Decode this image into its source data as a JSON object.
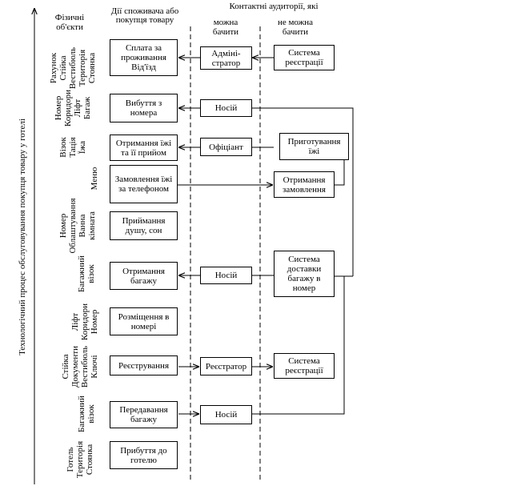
{
  "headers": {
    "physical_objects": "Фізичні об'єкти",
    "consumer_actions": "Дії споживача або покупця товару",
    "contact_audience": "Контактні аудиторії, які",
    "visible": "можна бачити",
    "invisible": "не можна бачити"
  },
  "axis_label": "Технологічний процес обслуговування покупця товару у готелі",
  "physical_objects": [
    [
      "Рахунок",
      "Стійка",
      "Вестибюль",
      "Територія",
      "Стоянка"
    ],
    [
      "Номер",
      "Коридори",
      "Ліфт",
      "Багаж"
    ],
    [
      "Візок",
      "Тація",
      "Їжа"
    ],
    [
      "Меню"
    ],
    [
      "Номер",
      "Облаштування",
      "Ванна",
      "кімната"
    ],
    [
      "Багажний",
      "візок"
    ],
    [
      "Ліфт",
      "Коридори",
      "Номер"
    ],
    [
      "Стійка",
      "Документи",
      "Вестибюль",
      "Ключі"
    ],
    [
      "Багажний",
      "візок"
    ],
    [
      "Готель",
      "Територія",
      "Стоянка"
    ]
  ],
  "actions": [
    "Сплата за проживання Від'їзд",
    "Вибуття з номера",
    "Отримання їжі та її прийом",
    "Замовлення їжі за телефоном",
    "Приймання душу, сон",
    "Отримання багажу",
    "Розміщення в номері",
    "Реєстрування",
    "Передавання багажу",
    "Прибуття до готелю"
  ],
  "visible_contacts": [
    "Адміні-стратор",
    "Носій",
    "Офіціант",
    "Носій",
    "Реєстратор",
    "Носій"
  ],
  "invisible_contacts": [
    "Система реєстрації",
    "Приготування їжі",
    "Отримання замовлення",
    "Система доставки багажу в номер",
    "Система реєстрації"
  ]
}
